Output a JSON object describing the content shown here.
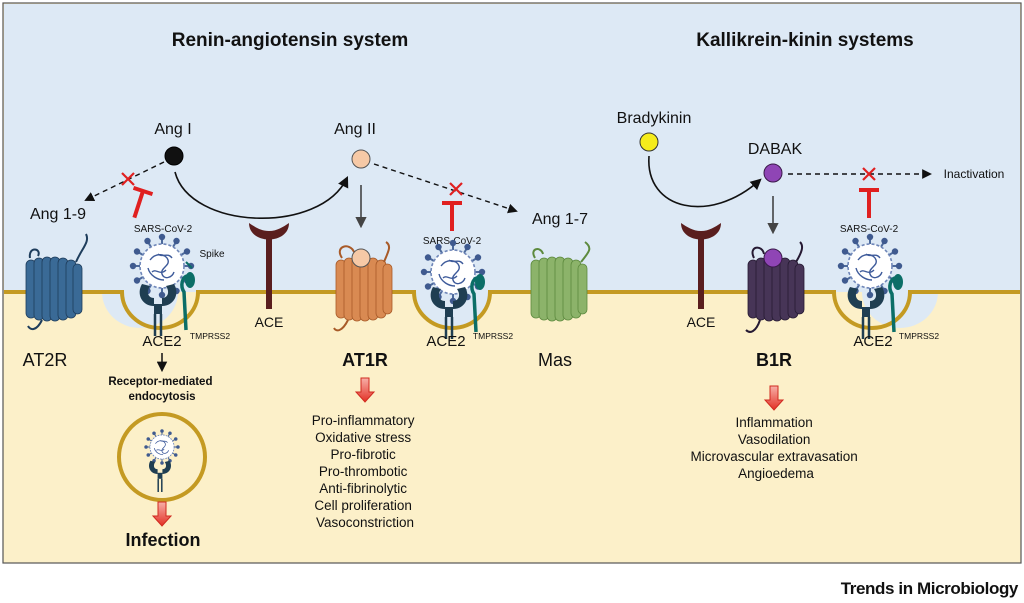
{
  "titles": {
    "ras": "Renin-angiotensin system",
    "kks": "Kallikrein-kinin systems"
  },
  "molecules": {
    "ang1": "Ang I",
    "ang2": "Ang II",
    "ang19": "Ang 1-9",
    "ang17": "Ang 1-7",
    "bradykinin": "Bradykinin",
    "dabak": "DABAK",
    "inactivation": "Inactivation"
  },
  "virus": {
    "sars1": "SARS-CoV-2",
    "sars2": "SARS-CoV-2",
    "sars3": "SARS-CoV-2",
    "spike": "Spike"
  },
  "receptors": {
    "at2r": "AT2R",
    "ace2_1": "ACE2",
    "tmprss2_1": "TMPRSS2",
    "ace_1": "ACE",
    "at1r": "AT1R",
    "ace2_2": "ACE2",
    "tmprss2_2": "TMPRSS2",
    "mas": "Mas",
    "ace_2": "ACE",
    "b1r": "B1R",
    "ace2_3": "ACE2",
    "tmprss2_3": "TMPRSS2"
  },
  "endocytosis": [
    "Receptor-mediated",
    "endocytosis"
  ],
  "infection": "Infection",
  "at1r_effects": [
    "Pro-inflammatory",
    "Oxidative stress",
    "Pro-fibrotic",
    "Pro-thrombotic",
    "Anti-fibrinolytic",
    "Cell proliferation",
    "Vasoconstriction"
  ],
  "b1r_effects": [
    "Inflammation",
    "Vasodilation",
    "Microvascular extravasation",
    "Angioedema"
  ],
  "journal": "Trends in Microbiology",
  "colors": {
    "extracellular": "#dde9f5",
    "intracellular": "#fcf0c9",
    "membrane": "#c49a22",
    "at2r": "#3a6a96",
    "at1r": "#d98a52",
    "mas": "#8cb36a",
    "b1r": "#473557",
    "ace": "#5a1e1e",
    "ace2": "#1f3e52",
    "inhibit": "#e02020",
    "ang1": "#111111",
    "ang2": "#f6c9a6",
    "bradykinin": "#f5ec1c",
    "dabak": "#8f45b5"
  },
  "icons": [
    "virus-icon",
    "receptor-icon",
    "inhibit-icon",
    "block-x-icon",
    "down-arrow-icon"
  ]
}
